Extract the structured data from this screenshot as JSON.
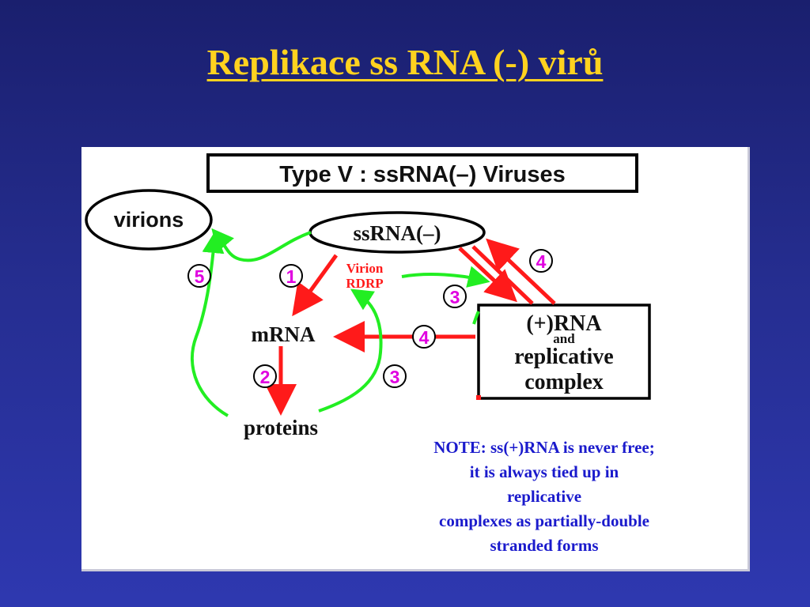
{
  "slide": {
    "title": "Replikace ss RNA (-) virů"
  },
  "diagram": {
    "header": "Type V : ssRNA(–) Viruses",
    "nodes": {
      "virions": "virions",
      "ssrna_minus": "ssRNA(–)",
      "mrna": "mRNA",
      "proteins": "proteins",
      "plus_rna": "(+)RNA",
      "and": "and",
      "replicative": "replicative",
      "complex": "complex"
    },
    "enzyme": {
      "line1": "Virion",
      "line2": "RDRP"
    },
    "steps": {
      "s1": "1",
      "s2": "2",
      "s3a": "3",
      "s3b": "3",
      "s4a": "4",
      "s4b": "4",
      "s5": "5"
    },
    "note": [
      "NOTE: ss(+)RNA is never free;",
      "it is always tied up in",
      "replicative",
      "complexes as partially-double",
      "stranded forms"
    ],
    "colors": {
      "red_arrow": "#ff1a1a",
      "green_arrow": "#22ee22",
      "step_number": "#e000e0",
      "note_text": "#1a1acc",
      "title": "#ffd21f"
    }
  }
}
